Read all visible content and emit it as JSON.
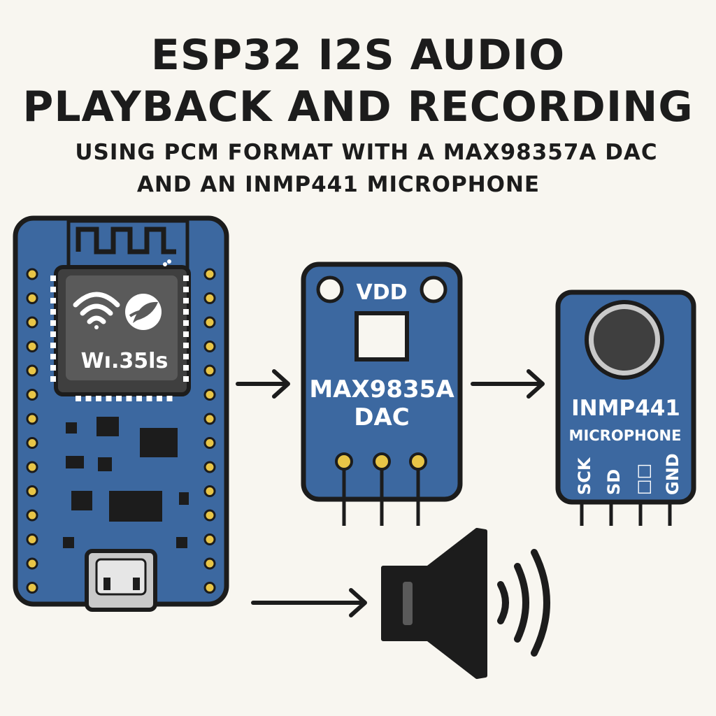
{
  "title": {
    "line1": "ESP32 I2S AUDIO",
    "line2": "PLAYBACK AND RECORDING"
  },
  "subtitle": {
    "line1": "USING PCM FORMAT WITH A MAX98357A DAC",
    "line2": "AND AN INMP441 MICROPHONE"
  },
  "esp32": {
    "chip_label": "Wı.35ls",
    "icons": [
      "wifi-icon",
      "leaf-logo-icon"
    ]
  },
  "dac": {
    "top_label": "VDD",
    "name_line1": "MAX9835A",
    "name_line2": "DAC"
  },
  "mic": {
    "name_line1": "INMP441",
    "name_line2": "MICROPHONE",
    "pins": [
      "SCK",
      "SD",
      "□□",
      "GND"
    ]
  },
  "colors": {
    "board_blue": "#3c68a0",
    "outline": "#1c1c1c",
    "pad_gold": "#e8c547",
    "background": "#f8f6f0"
  }
}
